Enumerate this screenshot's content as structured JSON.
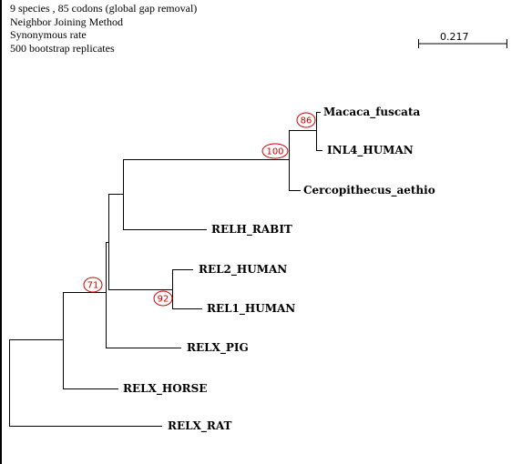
{
  "header": {
    "lines": [
      "9 species , 85 codons (global gap removal)",
      "Neighbor Joining Method",
      "Synonymous rate",
      "500 bootstrap replicates"
    ]
  },
  "scale_bar": {
    "label": "0.217"
  },
  "colors": {
    "branch": "#000000",
    "bootstrap": "#cc0000"
  },
  "taxa": {
    "macaca": "Macaca_fuscata",
    "inl4": "INL4_HUMAN",
    "cercopithecus": "Cercopithecus_aethio",
    "relh": "RELH_RABIT",
    "rel2": "REL2_HUMAN",
    "rel1": "REL1_HUMAN",
    "relx_pig": "RELX_PIG",
    "relx_horse": "RELX_HORSE",
    "relx_rat": "RELX_RAT"
  },
  "bootstrap": {
    "macaca_inl4": "86",
    "primate_clade": "100",
    "rel1_rel2": "92",
    "inner_clade": "71"
  }
}
